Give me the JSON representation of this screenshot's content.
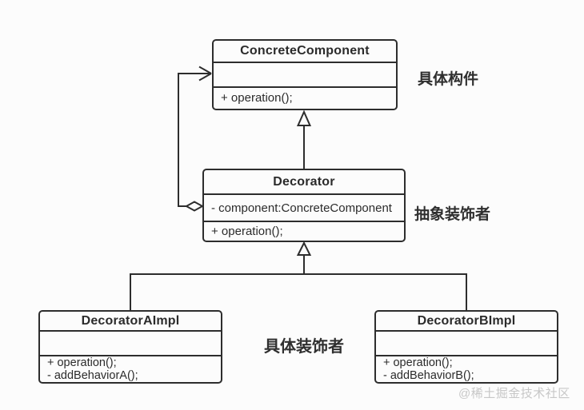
{
  "colors": {
    "line": "#2d2d2d",
    "text": "#2b2b2b",
    "background": "#fcfcfc",
    "watermark": "#c7c7c7"
  },
  "classes": [
    {
      "name": "ConcreteComponent",
      "attributes": [],
      "methods": [
        "+ operation();"
      ]
    },
    {
      "name": "Decorator",
      "attributes": [
        "- component:ConcreteComponent"
      ],
      "methods": [
        "+ operation();"
      ]
    },
    {
      "name": "DecoratorAImpl",
      "attributes": [],
      "methods": [
        "+ operation();",
        "- addBehaviorA();"
      ]
    },
    {
      "name": "DecoratorBImpl",
      "attributes": [],
      "methods": [
        "+ operation();",
        "- addBehaviorB();"
      ]
    }
  ],
  "labels": [
    {
      "text": "具体构件",
      "target": "ConcreteComponent"
    },
    {
      "text": "抽象装饰者",
      "target": "Decorator"
    },
    {
      "text": "具体装饰者",
      "target": "DecoratorAImpl, DecoratorBImpl"
    }
  ],
  "relationships": [
    {
      "type": "generalization",
      "from": "Decorator",
      "to": "ConcreteComponent"
    },
    {
      "type": "generalization",
      "from": "DecoratorAImpl",
      "to": "Decorator"
    },
    {
      "type": "generalization",
      "from": "DecoratorBImpl",
      "to": "Decorator"
    },
    {
      "type": "aggregation",
      "from": "Decorator",
      "to": "ConcreteComponent"
    }
  ],
  "watermark": "@稀土掘金技术社区"
}
